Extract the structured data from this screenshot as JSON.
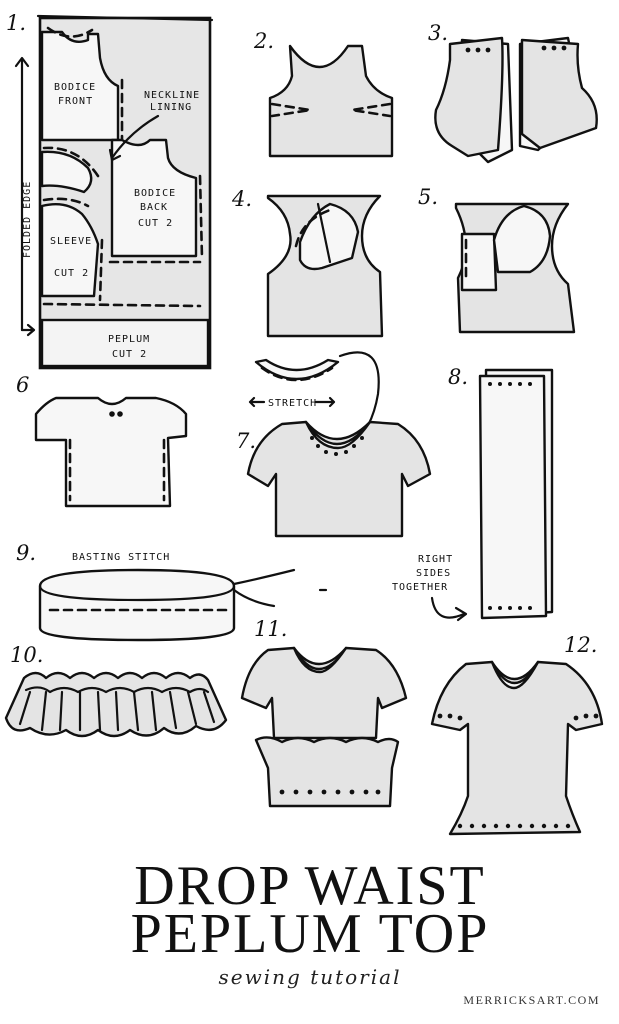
{
  "steps": [
    "1.",
    "2.",
    "3.",
    "4.",
    "5.",
    "6",
    "7.",
    "8.",
    "9.",
    "10.",
    "11.",
    "12."
  ],
  "pattern_labels": {
    "folded_edge": "FOLDED EDGE",
    "bodice_front": [
      "BODICE",
      "FRONT"
    ],
    "neckline_lining": [
      "NECKLINE",
      "LINING"
    ],
    "bodice_back": [
      "BODICE",
      "BACK",
      "CUT 2"
    ],
    "sleeve": [
      "SLEEVE",
      "CUT 2"
    ],
    "peplum": [
      "PEPLUM",
      "CUT 2"
    ]
  },
  "annotations": {
    "stretch": "STRETCH",
    "basting_stitch": "BASTING STITCH",
    "right_sides_together": [
      "RIGHT",
      "SIDES",
      "TOGETHER"
    ]
  },
  "title_lines": [
    "DROP WAIST",
    "PEPLUM TOP"
  ],
  "subtitle": "sewing tutorial",
  "website": "MERRICKSART.COM"
}
